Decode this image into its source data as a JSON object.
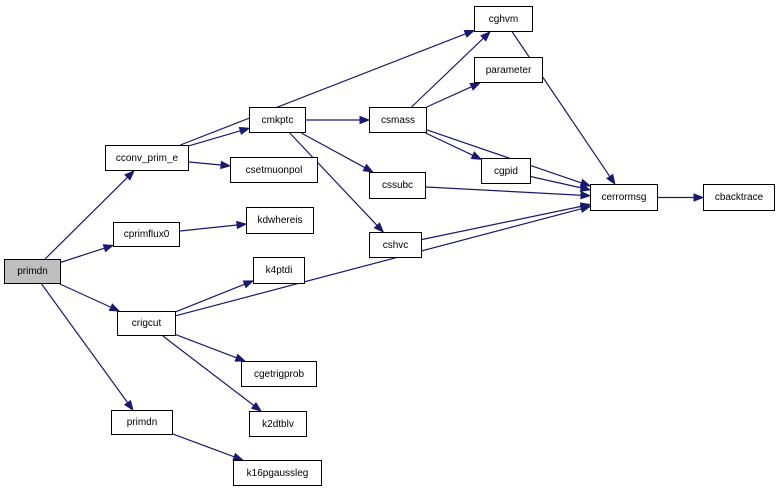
{
  "graph": {
    "edge_color": "#191970",
    "root_fill": "#bfbfbf",
    "nodes": {
      "primdn_root": "primdn",
      "cconv_prim_e": "cconv_prim_e",
      "cprimflux0": "cprimflux0",
      "crigcut": "crigcut",
      "primdn_child": "primdn",
      "cmkptc": "cmkptc",
      "csetmuonpol": "csetmuonpol",
      "cghvm": "cghvm",
      "kdwhereis": "kdwhereis",
      "k4ptdi": "k4ptdi",
      "cgetrigprob": "cgetrigprob",
      "k2dtblv": "k2dtblv",
      "k16pgaussleg": "k16pgaussleg",
      "csmass": "csmass",
      "cssubc": "cssubc",
      "cshvc": "cshvc",
      "parameter": "parameter",
      "cgpid": "cgpid",
      "cerrormsg": "cerrormsg",
      "cbacktrace": "cbacktrace"
    },
    "edges": [
      [
        "primdn_root",
        "cconv_prim_e"
      ],
      [
        "primdn_root",
        "cprimflux0"
      ],
      [
        "primdn_root",
        "crigcut"
      ],
      [
        "primdn_root",
        "primdn_child"
      ],
      [
        "cconv_prim_e",
        "cmkptc"
      ],
      [
        "cconv_prim_e",
        "csetmuonpol"
      ],
      [
        "cconv_prim_e",
        "cghvm"
      ],
      [
        "cprimflux0",
        "kdwhereis"
      ],
      [
        "crigcut",
        "k4ptdi"
      ],
      [
        "crigcut",
        "cgetrigprob"
      ],
      [
        "crigcut",
        "k2dtblv"
      ],
      [
        "crigcut",
        "cerrormsg"
      ],
      [
        "primdn_child",
        "k16pgaussleg"
      ],
      [
        "cmkptc",
        "csmass"
      ],
      [
        "cmkptc",
        "cssubc"
      ],
      [
        "cmkptc",
        "cshvc"
      ],
      [
        "csmass",
        "cghvm"
      ],
      [
        "csmass",
        "parameter"
      ],
      [
        "csmass",
        "cgpid"
      ],
      [
        "csmass",
        "cerrormsg"
      ],
      [
        "cghvm",
        "cerrormsg"
      ],
      [
        "cgpid",
        "cerrormsg"
      ],
      [
        "cssubc",
        "cerrormsg"
      ],
      [
        "cshvc",
        "cerrormsg"
      ],
      [
        "cerrormsg",
        "cbacktrace"
      ]
    ]
  }
}
